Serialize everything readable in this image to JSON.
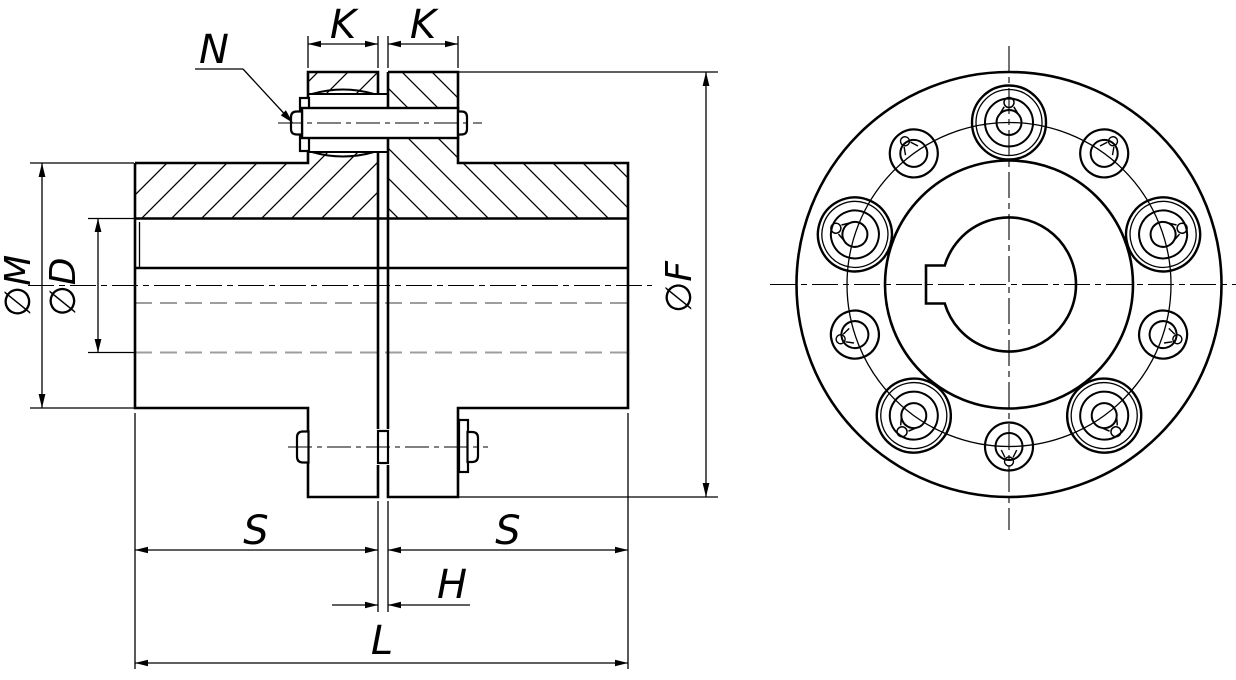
{
  "labels": {
    "k_left": "K",
    "k_right": "K",
    "pin_callout": "N",
    "dia_hub": "∅M",
    "dia_bore": "∅D",
    "dia_flange": "∅F",
    "s_left": "S",
    "s_right": "S",
    "gap": "H",
    "length": "L"
  },
  "colors": {
    "line": "#000000",
    "hidden_line": "#9e9e9e",
    "background": "#ffffff"
  }
}
